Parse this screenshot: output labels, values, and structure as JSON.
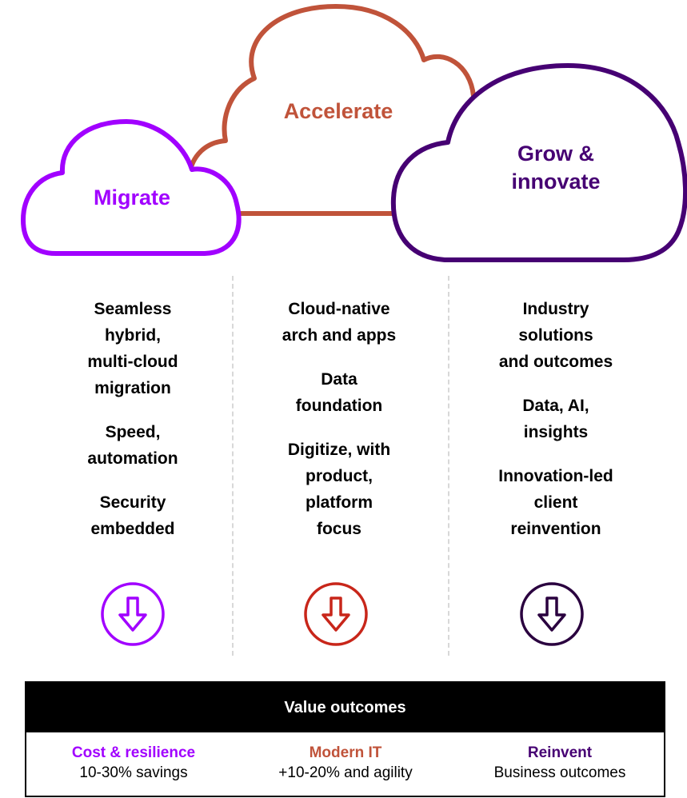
{
  "colors": {
    "migrate": "#a100ff",
    "accelerate": "#c0533a",
    "grow": "#460073",
    "accelerate_arrow": "#c8261a",
    "grow_arrow": "#2a003f",
    "divider": "#d8d8d8"
  },
  "phases": [
    {
      "title": "Migrate",
      "items": [
        "Seamless\nhybrid,\nmulti-cloud\nmigration",
        "Speed,\nautomation",
        "Security\nembedded"
      ],
      "icon": "arrow-down-circle-icon"
    },
    {
      "title": "Accelerate",
      "items": [
        "Cloud-native\narch and apps",
        "Data\nfoundation",
        "Digitize, with\nproduct,\nplatform\nfocus"
      ],
      "icon": "arrow-down-circle-icon"
    },
    {
      "title": "Grow &\ninnovate",
      "items": [
        "Industry\nsolutions\nand outcomes",
        "Data, AI,\ninsights",
        "Innovation-led\nclient\nreinvention"
      ],
      "icon": "arrow-down-circle-icon"
    }
  ],
  "outcomes": {
    "header": "Value outcomes",
    "items": [
      {
        "title": "Cost & resilience",
        "value": "10-30% savings"
      },
      {
        "title": "Modern IT",
        "value": "+10-20% and agility"
      },
      {
        "title": "Reinvent",
        "value": "Business outcomes"
      }
    ]
  }
}
